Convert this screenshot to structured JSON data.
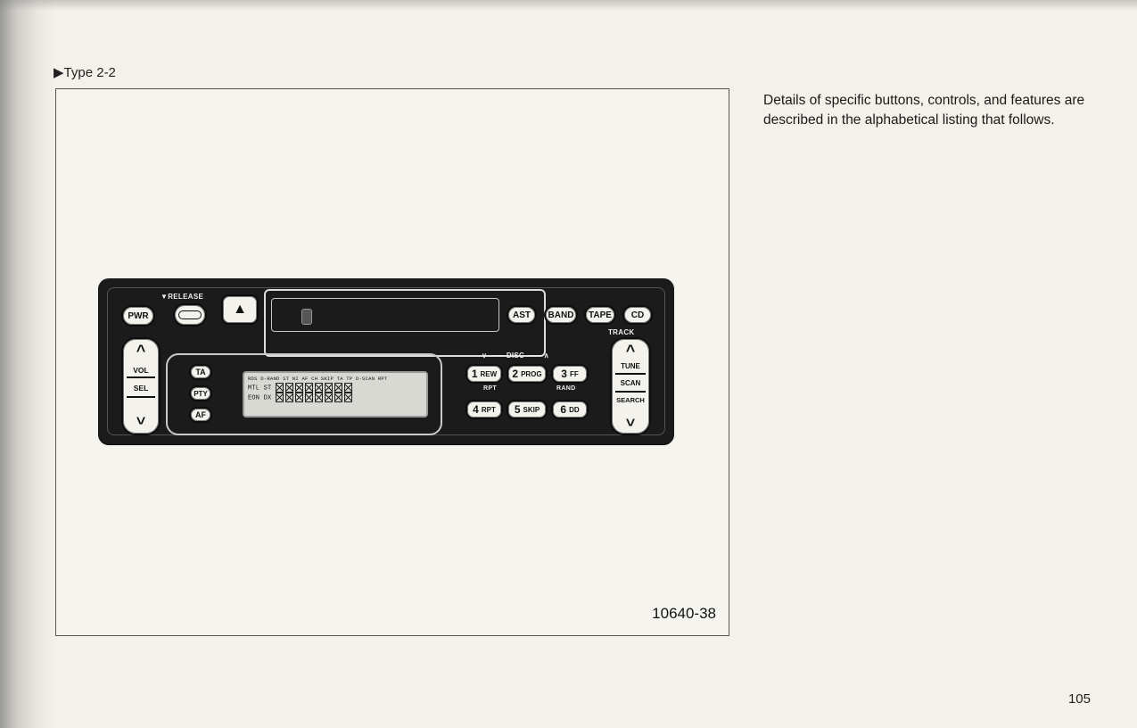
{
  "page": {
    "section_label": "▶Type 2-2",
    "intro_text": "Details of specific buttons, controls, and features are described in the alphabetical listing that follows.",
    "figure_number": "10640-38",
    "page_number": "105"
  },
  "radio": {
    "buttons": {
      "pwr": "PWR",
      "release_label": "▼RELEASE",
      "eject": "▲",
      "ast": "AST",
      "band": "BAND",
      "tape": "TAPE",
      "cd": "CD",
      "ta": "TA",
      "pty": "PTY",
      "af": "AF",
      "vol": "VOL",
      "sel": "SEL",
      "track_label": "TRACK",
      "tune": "TUNE",
      "scan": "SCAN",
      "search": "SEARCH"
    },
    "disc_label": "DISC",
    "rpt_label": "RPT",
    "rand_label": "RAND",
    "presets": [
      {
        "num": "1",
        "label": "REW"
      },
      {
        "num": "2",
        "label": "PROG"
      },
      {
        "num": "3",
        "label": "FF"
      },
      {
        "num": "4",
        "label": "RPT"
      },
      {
        "num": "5",
        "label": "SKIP"
      },
      {
        "num": "6",
        "label": "DD"
      }
    ],
    "lcd": {
      "indicators": "RDS D-RAND ST NI AF CH SKIP TA TP D-SCAN RPT",
      "left_1": "MTL  ST",
      "left_2": "EON  DX"
    }
  }
}
